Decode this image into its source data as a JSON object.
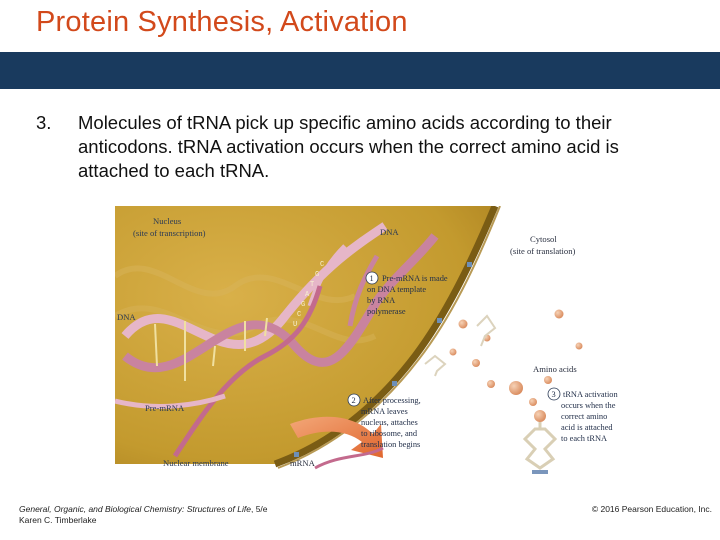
{
  "slide": {
    "title": "Protein Synthesis, Activation",
    "bullet_number": "3.",
    "bullet_text": "Molecules of tRNA pick up specific amino acids according to their anticodons. tRNA activation occurs when the correct amino acid is attached to each tRNA."
  },
  "figure": {
    "nucleus_label_1": "Nucleus",
    "nucleus_label_2": "(site of transcription)",
    "dna_top_label": "DNA",
    "dna_left_label": "DNA",
    "cytosol_label_1": "Cytosol",
    "cytosol_label_2": "(site of translation)",
    "step1_number": "1",
    "step1_lines": [
      "Pre-mRNA is made",
      "on DNA template",
      "by RNA",
      "polymerase"
    ],
    "amino_acids_label": "Amino acids",
    "step2_number": "2",
    "step2_lines": [
      "After processing,",
      "mRNA leaves",
      "nucleus, attaches",
      "to ribosome, and",
      "translation begins"
    ],
    "step3_number": "3",
    "step3_lines": [
      "tRNA activation",
      "occurs when the",
      "correct amino",
      "acid is attached",
      "to each tRNA"
    ],
    "pre_mrna_label": "Pre-mRNA",
    "nuclear_membrane_label": "Nuclear membrane",
    "mrna_label": "mRNA",
    "colors": {
      "nucleus": "#c39a2e",
      "membrane": "#8a6a1a",
      "dna_strand": "#d79bb4",
      "arrow": "#e9804a",
      "amino_acid": "#e3a27a"
    }
  },
  "footer": {
    "book_title": "General, Organic, and Biological Chemistry: Structures of Life",
    "edition": ", 5/e",
    "author": "Karen C. Timberlake",
    "copyright": "© 2016 Pearson Education, Inc."
  },
  "theme": {
    "title_color": "#d2491b",
    "bar_color": "#193a5e"
  }
}
